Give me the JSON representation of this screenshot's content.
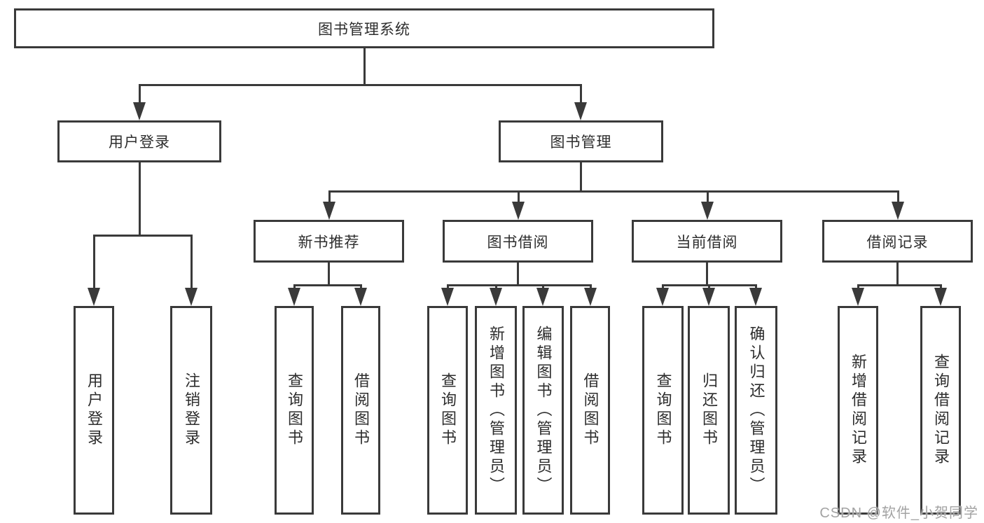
{
  "colors": {
    "line": "#3a3a3a",
    "text": "#2d2d2d",
    "watermark": "#a3a3a3",
    "background": "#ffffff"
  },
  "watermark": {
    "text": "CSDN @软件_小贺同学"
  },
  "diagram": {
    "type": "hierarchy-tree",
    "root": {
      "label": "图书管理系统"
    },
    "level2": [
      {
        "label": "用户登录"
      },
      {
        "label": "图书管理"
      }
    ],
    "level3": [
      {
        "label": "新书推荐"
      },
      {
        "label": "图书借阅"
      },
      {
        "label": "当前借阅"
      },
      {
        "label": "借阅记录"
      }
    ],
    "leaves": {
      "user_login": [
        {
          "label": "用户登录"
        },
        {
          "label": "注销登录"
        }
      ],
      "new_book": [
        {
          "label": "查询图书"
        },
        {
          "label": "借阅图书"
        }
      ],
      "book_borrow": [
        {
          "label": "查询图书"
        },
        {
          "label": "新增图书（管理员）"
        },
        {
          "label": "编辑图书（管理员）"
        },
        {
          "label": "借阅图书"
        }
      ],
      "current_borrow": [
        {
          "label": "查询图书"
        },
        {
          "label": "归还图书"
        },
        {
          "label": "确认归还（管理员）"
        }
      ],
      "borrow_record": [
        {
          "label": "新增借阅记录"
        },
        {
          "label": "查询借阅记录"
        }
      ]
    }
  }
}
